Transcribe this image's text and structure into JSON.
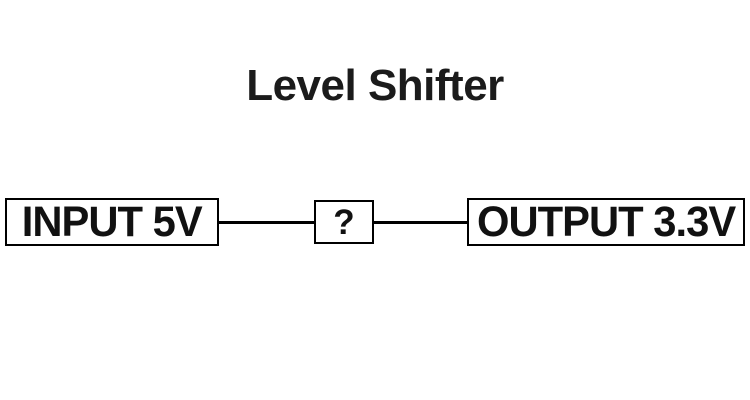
{
  "diagram": {
    "title": "Level Shifter",
    "background_color": "#ffffff",
    "line_color": "#000000",
    "text_color": "#111111",
    "nodes": [
      {
        "id": "input",
        "label": "INPUT 5V",
        "shape": "rectangle"
      },
      {
        "id": "unknown",
        "label": "?",
        "shape": "rectangle"
      },
      {
        "id": "output",
        "label": "OUTPUT 3.3V",
        "shape": "rectangle"
      }
    ],
    "connectors": [
      {
        "id": "input-to-unknown",
        "from": "input",
        "to": "unknown",
        "style": "line"
      },
      {
        "id": "unknown-to-output",
        "from": "unknown",
        "to": "output",
        "style": "line"
      }
    ]
  }
}
